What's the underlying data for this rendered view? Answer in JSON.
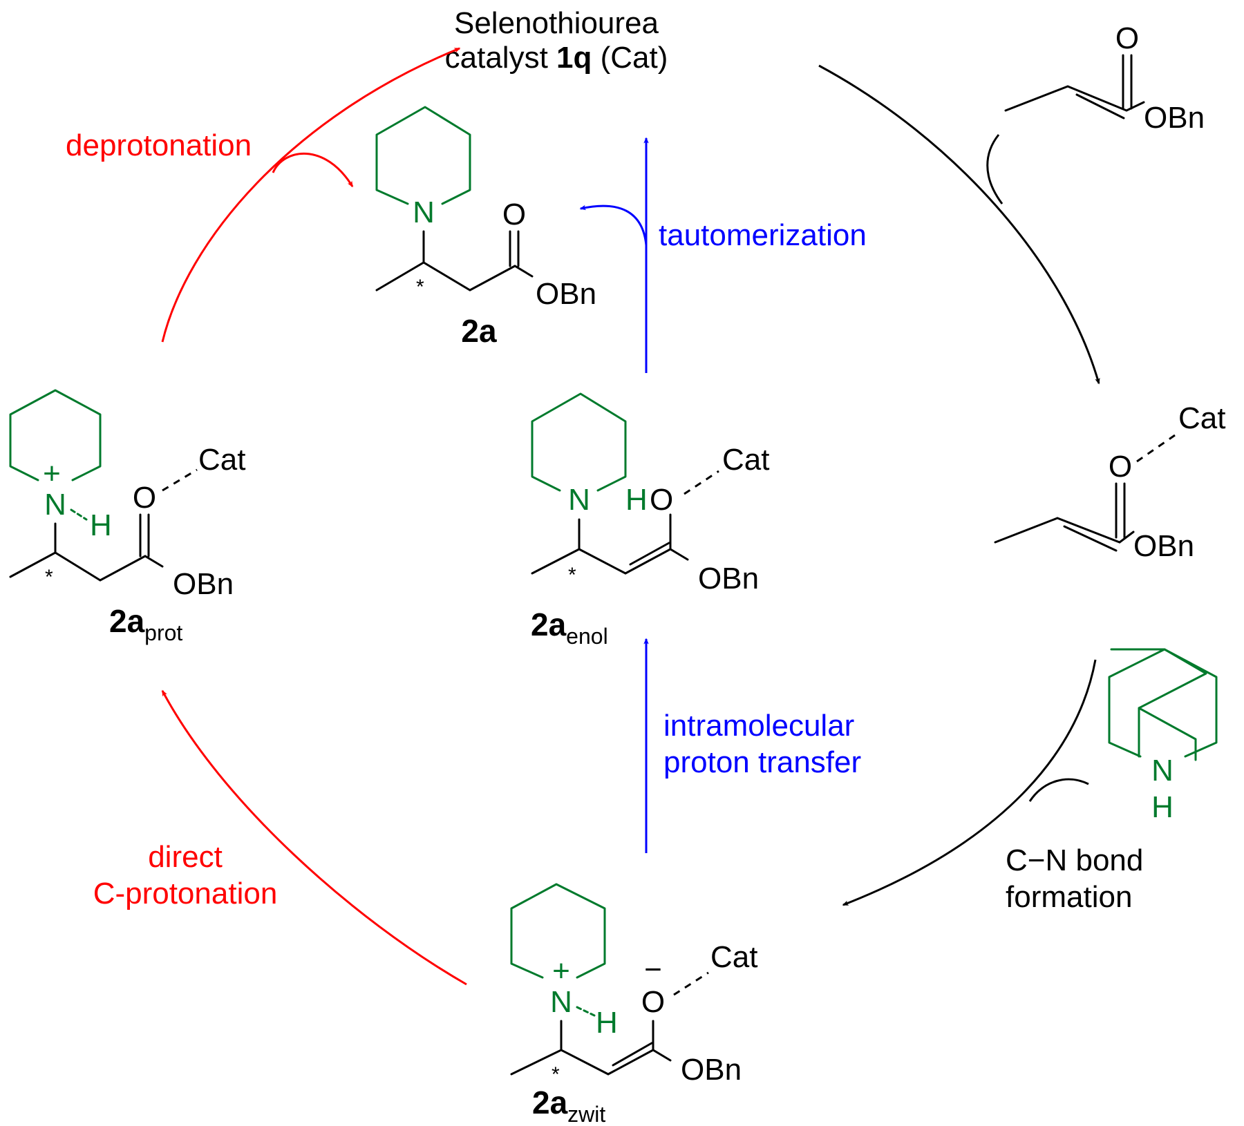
{
  "catalyst": {
    "line1": "Selenothiourea",
    "line2_prefix": "catalyst ",
    "line2_bold": "1q",
    "line2_suffix": " (Cat)"
  },
  "steps": {
    "deprotonation": "deprotonation",
    "tautomerization": "tautomerization",
    "intramolecular_line1": "intramolecular",
    "intramolecular_line2": "proton transfer",
    "direct_line1": "direct",
    "direct_line2": "C-protonation",
    "cn_line1": "C−N bond",
    "cn_line2": "formation"
  },
  "compounds": {
    "product": "2a",
    "prot_main": "2a",
    "prot_sub": "prot",
    "enol_main": "2a",
    "enol_sub": "enol",
    "zwit_main": "2a",
    "zwit_sub": "zwit"
  },
  "atoms": {
    "O": "O",
    "N": "N",
    "H": "H",
    "OBn": "OBn",
    "Cat": "Cat",
    "HO": "HO",
    "plus": "+",
    "minus": "−",
    "star": "*"
  },
  "colors": {
    "red": "#ff0000",
    "blue": "#0000ff",
    "green": "#007a2c",
    "black": "#000000"
  }
}
